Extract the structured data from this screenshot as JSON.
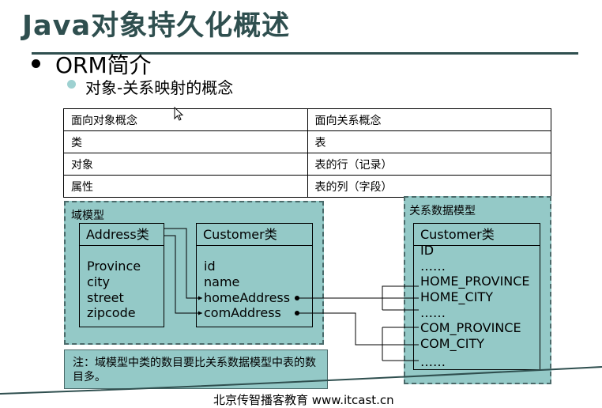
{
  "slide": {
    "title": "Java对象持久化概述",
    "bullet1": "ORM简介",
    "bullet2": "对象-关系映射的概念",
    "footer": "北京传智播客教育 www.itcast.cn"
  },
  "mapping_table": {
    "header": [
      "面向对象概念",
      "面向关系概念"
    ],
    "rows": [
      [
        "类",
        "表"
      ],
      [
        "对象",
        "表的行（记录）"
      ],
      [
        "属性",
        "表的列（字段）"
      ]
    ]
  },
  "domain_model": {
    "label": "域模型",
    "address_class": {
      "name": "Address类",
      "fields": [
        "Province",
        "city",
        "street",
        "zipcode"
      ]
    },
    "customer_class": {
      "name": "Customer类",
      "fields": [
        "id",
        "name",
        "homeAddress",
        "comAddress"
      ]
    }
  },
  "relational_model": {
    "label": "关系数据模型",
    "table": {
      "name": "Customer类",
      "columns": [
        "ID",
        "……",
        "HOME_PROVINCE",
        "HOME_CITY",
        "……",
        "COM_PROVINCE",
        "COM_CITY",
        "……"
      ]
    }
  },
  "note": {
    "text": "注：域模型中类的数目要比关系数据模型中表的数目多。"
  },
  "colors": {
    "title": "#2f4f4f",
    "panel": "#94c9c7",
    "bullet": "#9ed1d1"
  },
  "icons": [
    "bullet-dot-icon",
    "mouse-cursor-icon"
  ]
}
